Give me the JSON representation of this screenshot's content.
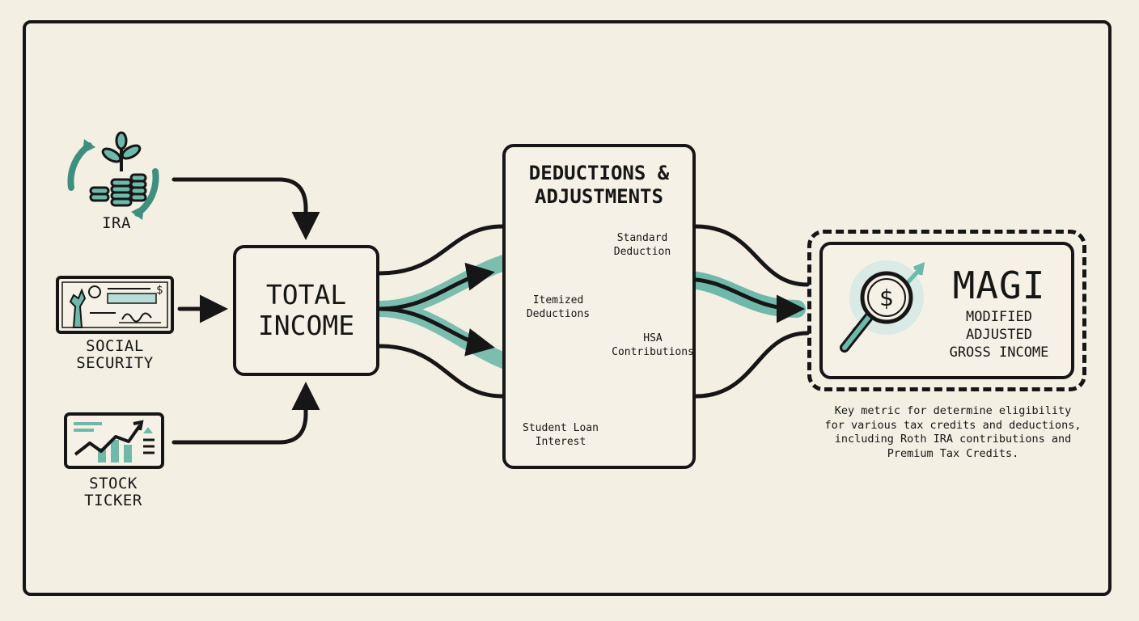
{
  "colors": {
    "background": "#f4efe3",
    "ink": "#161616",
    "accent": "#6fb9aa",
    "accent_dark": "#3f8f80"
  },
  "sources": [
    {
      "label": "IRA",
      "icon": "plant-coins-icon"
    },
    {
      "label": "SOCIAL\nSECURITY",
      "icon": "check-liberty-icon"
    },
    {
      "label": "STOCK\nTICKER",
      "icon": "stock-chart-icon"
    }
  ],
  "total_income": {
    "label": "TOTAL\nINCOME"
  },
  "deductions": {
    "title": "DEDUCTIONS &\nADJUSTMENTS",
    "items": {
      "itemized": "Itemized\nDeductions",
      "standard": "Standard\nDeduction",
      "hsa": "HSA\nContributions",
      "student_loan": "Student Loan\nInterest"
    }
  },
  "magi": {
    "title": "MAGI",
    "subtitle": "MODIFIED\nADJUSTED\nGROSS INCOME",
    "icon": "magnifier-dollar-icon"
  },
  "note": "Key metric for determine eligibility\nfor various tax credits and deductions,\nincluding Roth IRA contributions and\nPremium Tax Credits."
}
